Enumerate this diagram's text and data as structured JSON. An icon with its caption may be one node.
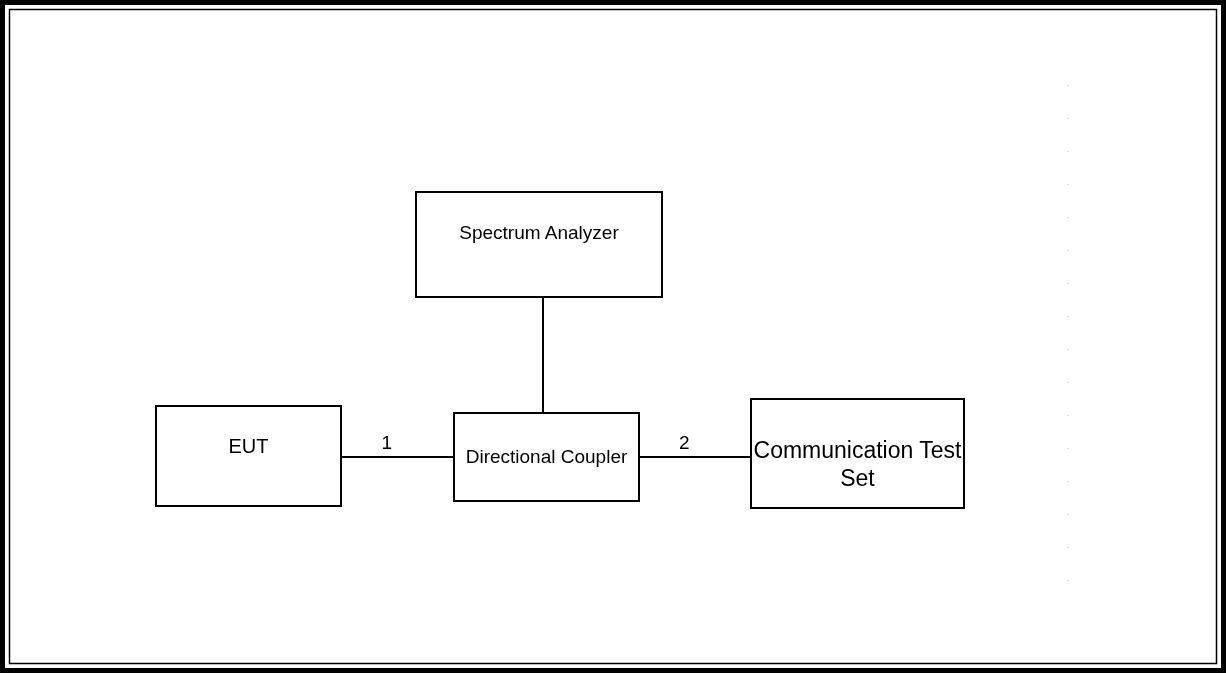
{
  "diagram": {
    "nodes": [
      {
        "text": [
          "Spectrum Analyzer"
        ]
      },
      {
        "text": [
          "EUT"
        ]
      },
      {
        "text": [
          "Directional Coupler"
        ]
      },
      {
        "text": [
          "Communication Test Set"
        ]
      }
    ],
    "edges": [
      {
        "from": 1,
        "to": 2,
        "arrow": "none",
        "label": "1"
      },
      {
        "from": 2,
        "to": 3,
        "arrow": "none",
        "label": "2"
      },
      {
        "from": 0,
        "to": 2,
        "arrow": "none"
      }
    ]
  }
}
